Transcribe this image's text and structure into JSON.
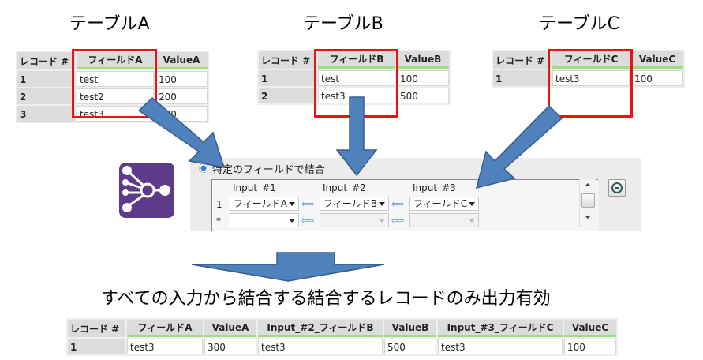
{
  "tables": [
    {
      "title": "テーブルA",
      "headers": [
        "レコード #",
        "フィールドA",
        "ValueA"
      ],
      "rows": [
        [
          "1",
          "test",
          "100"
        ],
        [
          "2",
          "test2",
          "200"
        ],
        [
          "3",
          "test3",
          "300"
        ]
      ]
    },
    {
      "title": "テーブルB",
      "headers": [
        "レコード #",
        "フィールドB",
        "ValueB"
      ],
      "rows": [
        [
          "1",
          "test",
          "100"
        ],
        [
          "2",
          "test3",
          "500"
        ]
      ]
    },
    {
      "title": "テーブルC",
      "headers": [
        "レコード #",
        "フィールドC",
        "ValueC"
      ],
      "rows": [
        [
          "1",
          "test3",
          "100"
        ]
      ]
    }
  ],
  "join_panel": {
    "radio_label": "特定のフィールドで結合",
    "radio_selected": true,
    "columns": [
      "Input_#1",
      "Input_#2",
      "Input_#3"
    ],
    "rows": [
      {
        "row_label": "1",
        "fields": [
          "フィールドA",
          "フィールドB",
          "フィールドC"
        ]
      },
      {
        "row_label": "*",
        "fields": [
          "",
          "",
          ""
        ]
      }
    ],
    "swap_glyph": "⇦⇨",
    "remove_icon": "minus-circle-icon",
    "tool_icon": "join-multiple-icon",
    "tool_icon_color": "#5e3b8a"
  },
  "caption": "すべての入力から結合する結合するレコードのみ出力有効",
  "result_table": {
    "headers": [
      "レコード #",
      "フィールドA",
      "ValueA",
      "Input_#2_フィールドB",
      "ValueB",
      "Input_#3_フィールドC",
      "ValueC"
    ],
    "rows": [
      [
        "1",
        "test3",
        "300",
        "test3",
        "500",
        "test3",
        "100"
      ]
    ]
  },
  "colors": {
    "arrow_fill": "#4f81bd",
    "arrow_stroke": "#385d8a",
    "highlight_box": "#ee1111",
    "header_underline": "#9ce07c"
  }
}
